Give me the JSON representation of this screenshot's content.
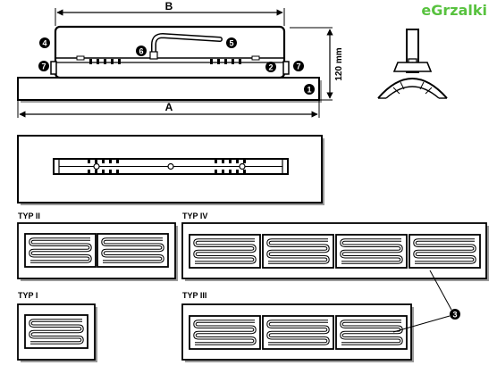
{
  "watermark": {
    "text": "eGrzalki",
    "color": "#58c23f"
  },
  "dimensions": {
    "width_label": "B",
    "base_label": "A",
    "height_label": "120 mm"
  },
  "callouts": [
    "1",
    "2",
    "3",
    "4",
    "5",
    "6",
    "7"
  ],
  "types": {
    "typ_ii": "TYP II",
    "typ_iv": "TYP IV",
    "typ_i": "TYP I",
    "typ_iii": "TYP III"
  },
  "colors": {
    "line": "#000000",
    "shadow": "#9a9a9a",
    "bg": "#ffffff"
  }
}
